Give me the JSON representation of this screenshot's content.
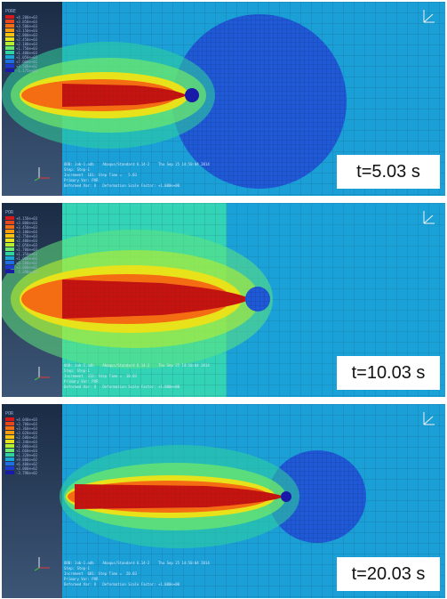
{
  "panels": [
    {
      "time_label": "t=5.03 s",
      "legend": {
        "title": "PORE",
        "values": [
          "+4.200e+03",
          "+3.850e+03",
          "+3.500e+03",
          "+3.150e+03",
          "+2.800e+03",
          "+2.450e+03",
          "+2.100e+03",
          "+1.750e+03",
          "+1.400e+03",
          "+1.050e+03",
          "+7.000e+02",
          "+3.500e+02",
          "-1.175e+02"
        ]
      },
      "info": "ODB: Job-1.odb    Abaqus/Standard 6.14-2    Thu Sep 25 14:50:04 2014\nStep: Step-1\nIncrement  161: Step Time =   5.03\nPrimary Var: POR\nDeformed Var: U   Deformation Scale Factor: +1.000e+00"
    },
    {
      "time_label": "t=10.03 s",
      "legend": {
        "title": "POR",
        "values": [
          "+4.150e+03",
          "+3.800e+03",
          "+3.450e+03",
          "+3.100e+03",
          "+2.750e+03",
          "+2.400e+03",
          "+2.050e+03",
          "+1.700e+03",
          "+1.350e+03",
          "+1.000e+03",
          "+6.500e+02",
          "+3.000e+02",
          "-5.390e+01"
        ]
      },
      "info": "ODB: Job-1.odb    Abaqus/Standard 6.14-2    Thu Sep 25 14:50:04 2014\nStep: Step-1\nIncrement  312: Step Time =  10.03\nPrimary Var: POR\nDeformed Var: U   Deformation Scale Factor: +1.000e+00"
    },
    {
      "time_label": "t=20.03 s",
      "legend": {
        "title": "POR",
        "values": [
          "+4.040e+03",
          "+3.700e+03",
          "+3.360e+03",
          "+3.020e+03",
          "+2.680e+03",
          "+2.340e+03",
          "+2.000e+03",
          "+1.660e+03",
          "+1.320e+03",
          "+9.800e+02",
          "+6.400e+02",
          "+3.000e+02",
          "-3.790e+02"
        ]
      },
      "info": "ODB: Job-1.odb    Abaqus/Standard 6.14-2    Thu Sep 25 14:50:04 2014\nStep: Step-1\nIncrement  601: Step Time =  20.03\nPrimary Var: POR\nDeformed Var: U   Deformation Scale Factor: +1.000e+00"
    }
  ],
  "legend_colors": [
    "#d7191c",
    "#e8471a",
    "#f46d12",
    "#fb9a0a",
    "#fdc30c",
    "#e8e21a",
    "#b6ef2d",
    "#6ee86a",
    "#2fd39e",
    "#1aa7d4",
    "#1f6fe0",
    "#1d3bd0",
    "#1a1aa8"
  ]
}
